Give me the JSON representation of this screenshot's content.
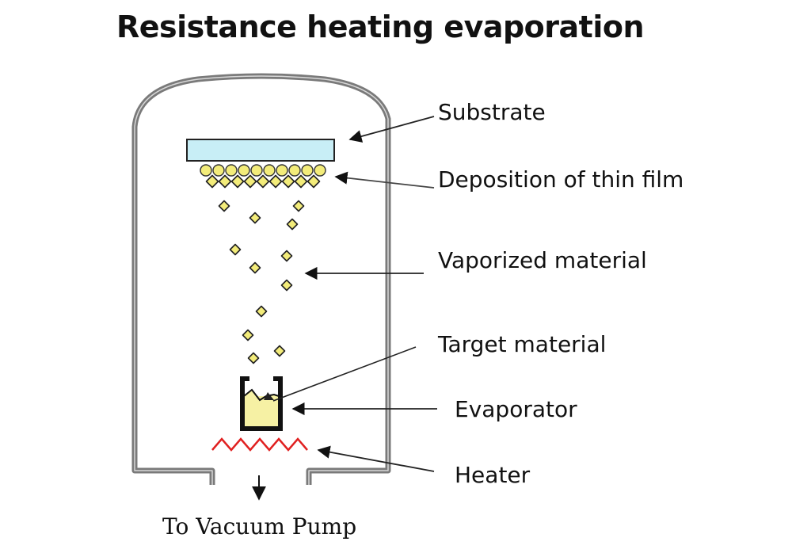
{
  "title": "Resistance heating evaporation",
  "labels": {
    "substrate": "Substrate",
    "deposition": "Deposition of thin film",
    "vaporized": "Vaporized material",
    "target": "Target material",
    "evaporator": "Evaporator",
    "heater": "Heater"
  },
  "pump_label": "To Vacuum Pump",
  "colors": {
    "chamber_wall": "#7a7a7a",
    "substrate_fill": "#c8eef6",
    "particle_fill": "#f3ec7a",
    "material_fill": "#f6f1a4",
    "heater": "#e02020",
    "text": "#111111"
  }
}
